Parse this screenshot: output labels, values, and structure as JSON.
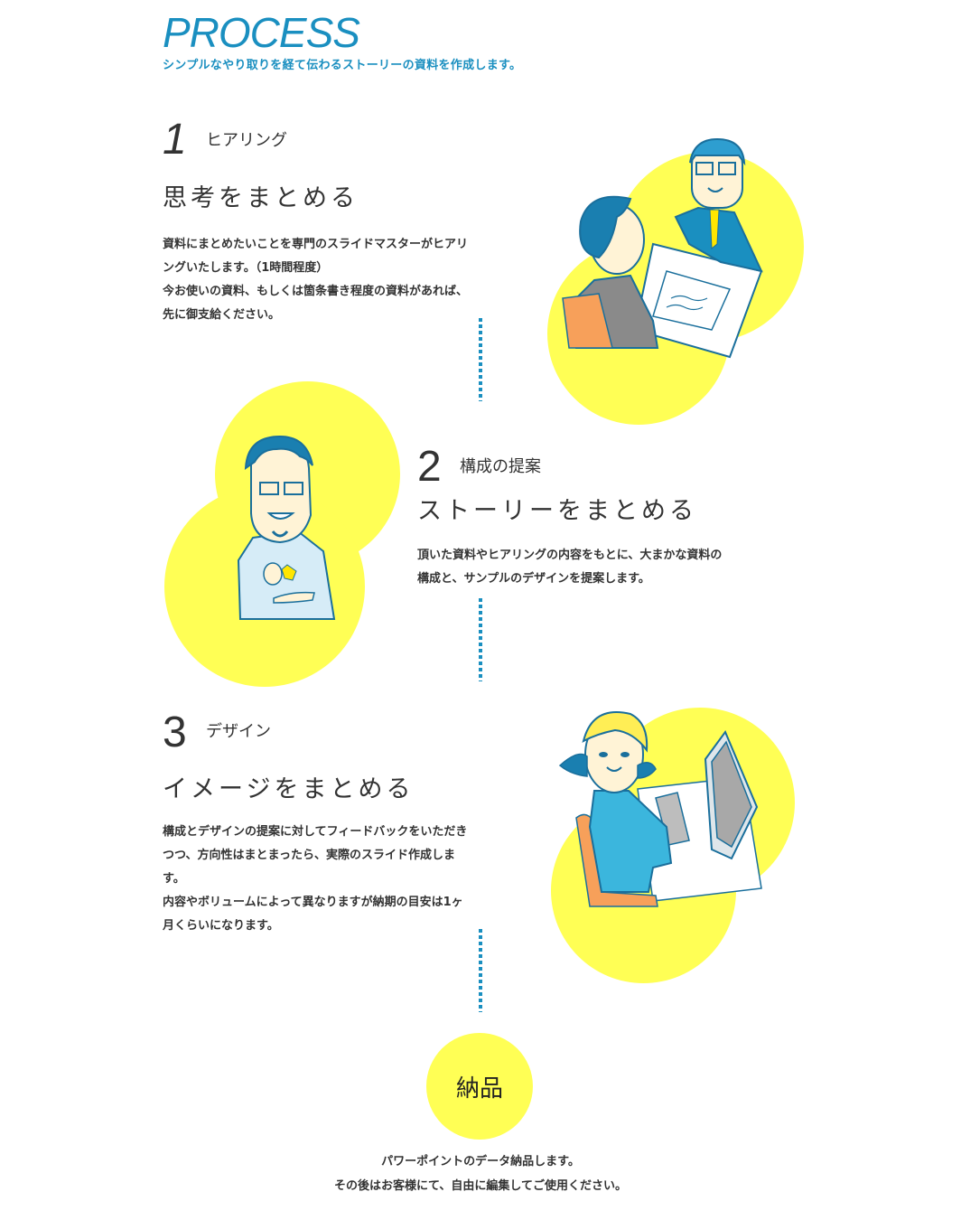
{
  "header": {
    "title": "PROCESS",
    "subtitle": "シンプルなやり取りを経て伝わるストーリーの資料を作成します。"
  },
  "steps": [
    {
      "number": "1",
      "label": "ヒアリング",
      "title": "思考をまとめる",
      "body": "資料にまとめたいことを専門のスライドマスターがヒアリ\nングいたします。（1時間程度）\n今お使いの資料、もしくは箇条書き程度の資料があれば、\n先に御支給ください。",
      "illustration": "meeting-illustration"
    },
    {
      "number": "2",
      "label": "構成の提案",
      "title": "ストーリーをまとめる",
      "body": "頂いた資料やヒアリングの内容をもとに、大まかな資料の\n構成と、サンプルのデザインを提案します。",
      "illustration": "presenter-illustration"
    },
    {
      "number": "3",
      "label": "デザイン",
      "title": "イメージをまとめる",
      "body": "構成とデザインの提案に対してフィードバックをいただき\nつつ、方向性はまとまったら、実際のスライド作成しま\nす。\n内容やボリュームによって異なりますが納期の目安は1ヶ\n月くらいになります。",
      "illustration": "designer-illustration"
    }
  ],
  "final": {
    "label": "納品",
    "line1": "パワーポイントのデータ納品します。",
    "line2": "その後はお客様にて、自由に編集してご使用ください。"
  },
  "colors": {
    "accent": "#1a8fc0",
    "yellow": "#ffff55",
    "text": "#333333"
  }
}
